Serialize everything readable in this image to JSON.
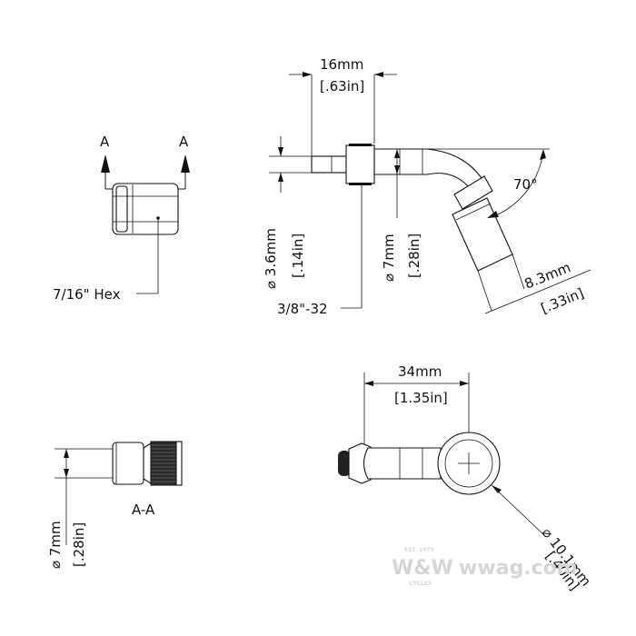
{
  "section_marks": {
    "left": "A",
    "right": "A",
    "view": "A-A"
  },
  "hex": {
    "label": "7/16\" Hex"
  },
  "side_view": {
    "pin_length": {
      "mm": "16mm",
      "in": "[.63in]"
    },
    "pin_diameter": {
      "mm": "⌀ 3.6mm",
      "in": "[.14in]"
    },
    "thread": {
      "label": "3/8\"-32"
    },
    "tube_diameter": {
      "mm": "⌀ 7mm",
      "in": "[.28in]"
    },
    "bend_angle": {
      "label": "70°"
    },
    "end_diameter": {
      "mm": "8.3mm",
      "in": "[.33in]"
    }
  },
  "section_view": {
    "diameter": {
      "mm": "⌀ 7mm",
      "in": "[.28in]"
    }
  },
  "top_view": {
    "length": {
      "mm": "34mm",
      "in": "[1.35in]"
    },
    "ring_diameter": {
      "mm": "⌀ 10.1mm",
      "in": "[.40in]"
    }
  },
  "watermark": {
    "brand": "W&W",
    "site": "wwag.com",
    "est": "EST. 1979",
    "sub": "CYCLES"
  }
}
